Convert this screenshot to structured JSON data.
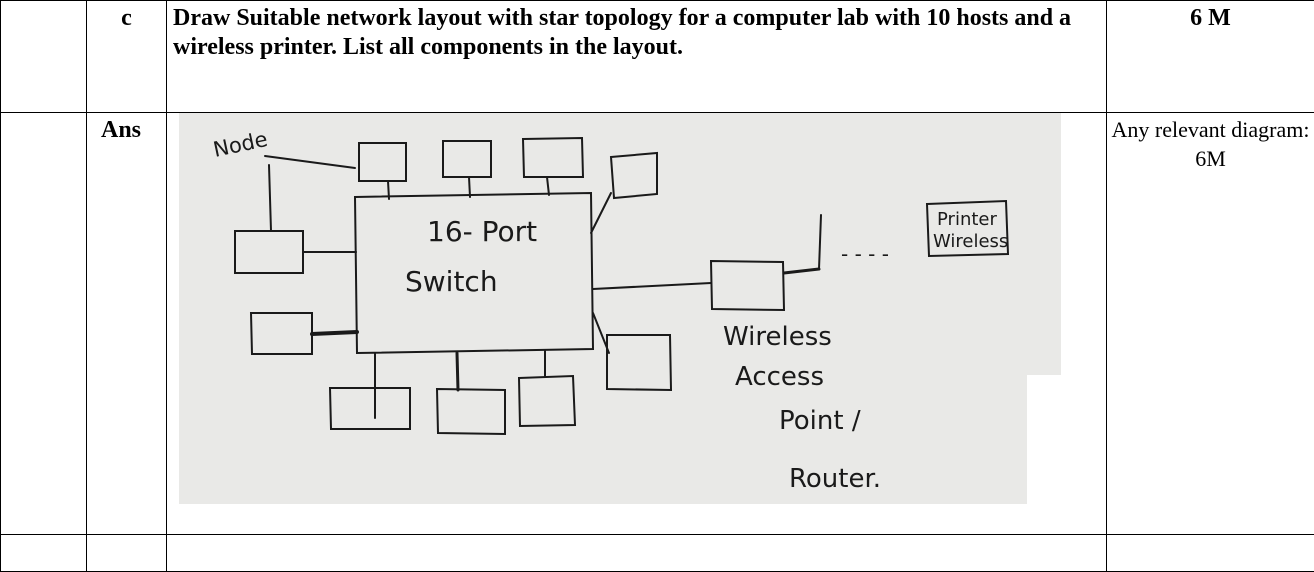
{
  "row_question": {
    "sub": "c",
    "text": "Draw Suitable network layout with star topology for a computer lab with 10 hosts and a wireless printer. List all components in the layout.",
    "marks": "6 M"
  },
  "row_answer": {
    "label": "Ans",
    "marking_note": "Any relevant diagram: 6M"
  },
  "sketch": {
    "node_label": "Node",
    "switch_line1": "16- Port",
    "switch_line2": "Switch",
    "ap_line1": "Wireless",
    "ap_line2": "Access",
    "ap_line3": "Point /",
    "ap_line4": "Router.",
    "printer_line1": "Printer",
    "printer_line2": "Wireless",
    "dashes": "- - - -",
    "paper_color": "#e9e9e7",
    "ink_color": "#1a1a1a"
  }
}
